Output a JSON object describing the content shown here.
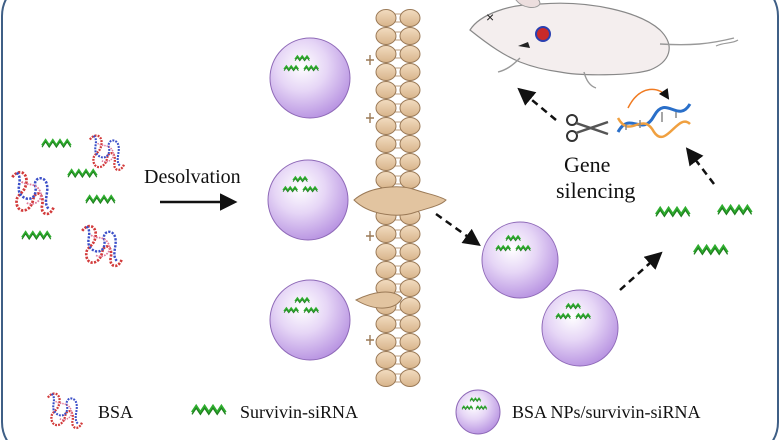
{
  "labels": {
    "desolvation": "Desolvation",
    "gene": "Gene",
    "silencing": "silencing"
  },
  "legend": {
    "bsa": "BSA",
    "sirna": "Survivin-siRNA",
    "nps": "BSA NPs/survivin-siRNA"
  },
  "colors": {
    "border": "#3f5f86",
    "nanoparticle": "#c9aaea",
    "nanoparticle_edge": "#8f6ab8",
    "sirna": "#2fae2f",
    "membrane_head": "#e6c9a5",
    "membrane_edge": "#9b7a57",
    "protein_red": "#d23a3a",
    "protein_blue": "#3b4fc8",
    "arrow": "#111111"
  },
  "icons": {
    "mouse": "mouse-icon",
    "scissors": "scissors-icon",
    "dna": "dna-helix-icon",
    "bsa": "bsa-protein-icon",
    "sirna": "sirna-icon",
    "nanoparticle": "nanoparticle-icon"
  }
}
